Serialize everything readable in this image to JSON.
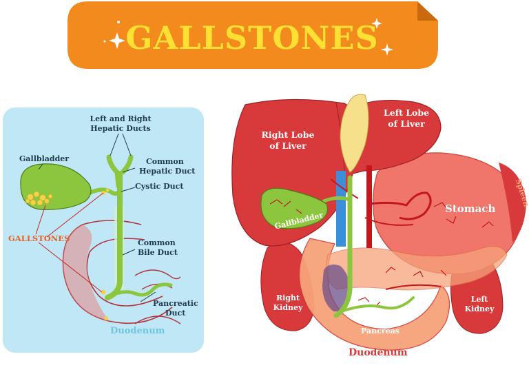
{
  "title": "GALLSTONES",
  "colors": {
    "banner": "#f28a1e",
    "title_text": "#ffe033",
    "panel": "#bfe7f5",
    "bile_duct": "#8cc63e",
    "stones": "#f4d24a",
    "gallstones_label": "#e2622b",
    "duodenum_label": "#6fc6de",
    "liver": "#d8393a",
    "stomach": "#f0756a",
    "pancreas": "#f6a37a",
    "vessel_blue": "#3a8fd6",
    "vessel_red": "#c4161c"
  },
  "left_panel": {
    "labels": {
      "hepatic_ducts_line1": "Left and Right",
      "hepatic_ducts_line2": "Hepatic Ducts",
      "common_hepatic_line1": "Common",
      "common_hepatic_line2": "Hepatic Duct",
      "gallbladder": "Gallbladder",
      "cystic_duct": "Cystic Duct",
      "gallstones": "GALLSTONES",
      "common_bile_line1": "Common",
      "common_bile_line2": "Bile Duct",
      "pancreatic_line1": "Pancreatic",
      "pancreatic_line2": "Duct",
      "duodenum": "Duodenum"
    }
  },
  "right_panel": {
    "labels": {
      "right_lobe_line1": "Right Lobe",
      "right_lobe_line2": "of Liver",
      "left_lobe_line1": "Left Lobe",
      "left_lobe_line2": "of Liver",
      "gallbladder": "Gallbladder",
      "stomach": "Stomach",
      "spleen": "Spleen",
      "right_kidney_line1": "Right",
      "right_kidney_line2": "Kidney",
      "left_kidney_line1": "Left",
      "left_kidney_line2": "Kidney",
      "pancreas": "Pancreas",
      "duodenum": "Duodenum"
    }
  }
}
